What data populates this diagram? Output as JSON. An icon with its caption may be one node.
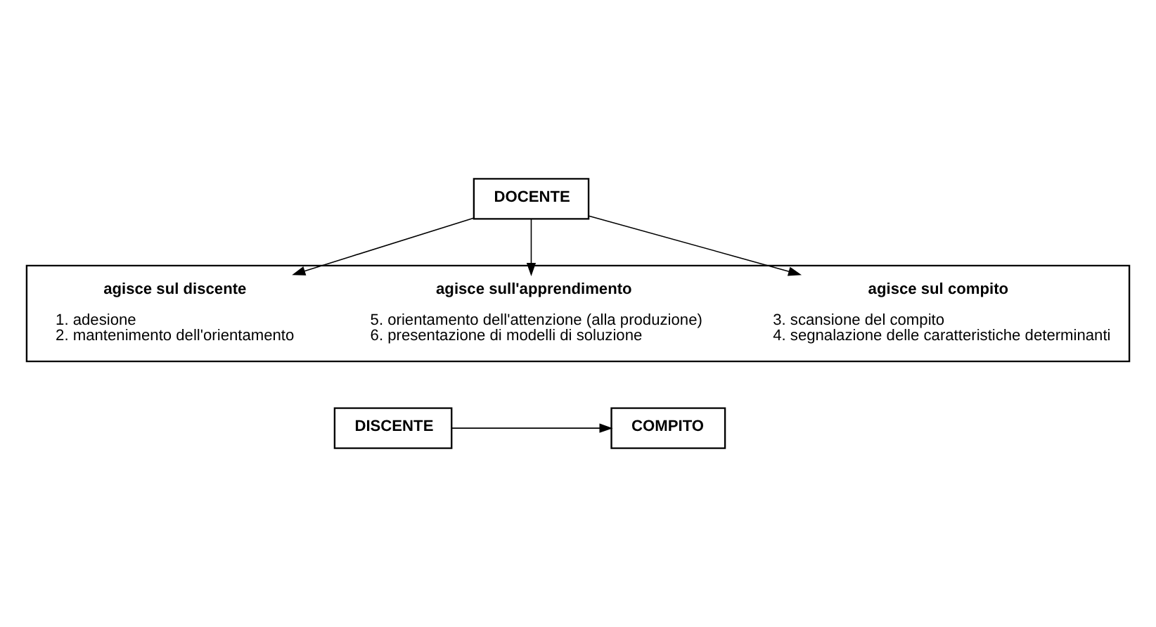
{
  "diagram": {
    "nodes": [
      {
        "text": [
          "DOCENTE"
        ]
      },
      {
        "text": [],
        "shape": "box"
      },
      {
        "text": [
          "agisce sul discente",
          "1. adesione",
          "2. mantenimento dell'orientamento"
        ],
        "in": 1
      },
      {
        "text": [
          "agisce sull'apprendimento",
          "5. orientamento dell'attenzione (alla produzione)",
          "6. presentazione di modelli di soluzione"
        ],
        "in": 1
      },
      {
        "text": [
          "agisce sul compito",
          "3. scansione del compito",
          "4. segnalazione delle caratteristiche determinanti"
        ],
        "in": 1
      },
      {
        "text": [
          "DISCENTE"
        ]
      },
      {
        "text": [
          "COMPITO"
        ]
      }
    ],
    "edges": [
      {
        "from": 0,
        "to": 2,
        "arrow": "to"
      },
      {
        "from": 0,
        "to": 3,
        "arrow": "to"
      },
      {
        "from": 0,
        "to": 4,
        "arrow": "to"
      },
      {
        "from": 5,
        "to": 6,
        "arrow": "to"
      }
    ]
  }
}
